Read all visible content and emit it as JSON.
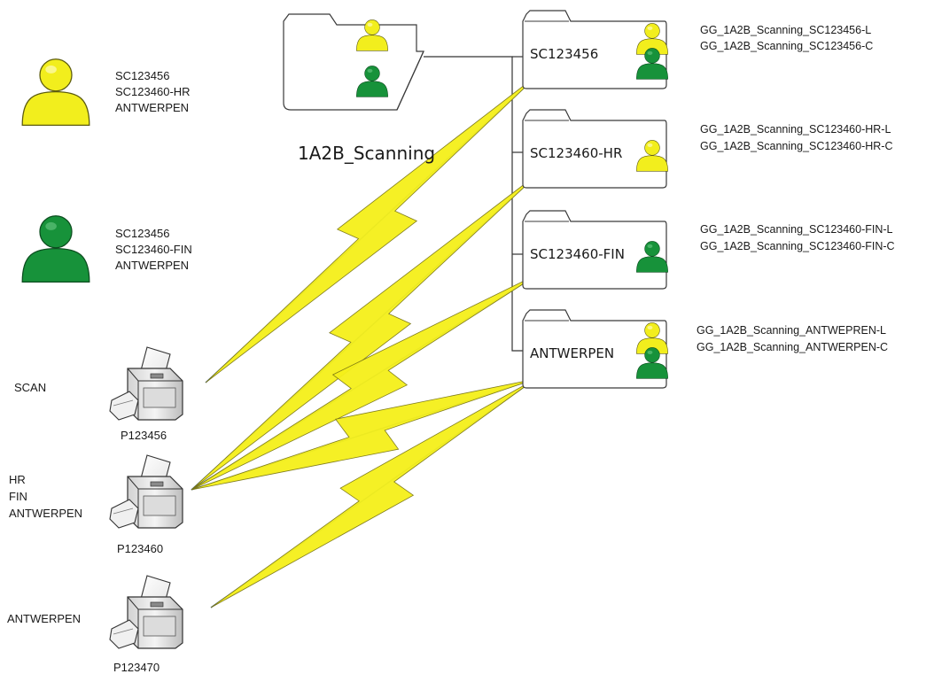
{
  "colors": {
    "yellow_fill": "#f2ee1d",
    "yellow_stroke": "#6b6a10",
    "green_fill": "#17923a",
    "green_stroke": "#0c4d1f",
    "bolt_fill": "#f5f01a",
    "wire": "#4a70a8",
    "line": "#333333"
  },
  "users": {
    "yellow": {
      "lines": [
        "SC123456",
        "SC123460-HR",
        "ANTWERPEN"
      ]
    },
    "green": {
      "lines": [
        "SC123456",
        "SC123460-FIN",
        "ANTWERPEN"
      ]
    }
  },
  "root": {
    "label": "1A2B_Scanning"
  },
  "shares": [
    {
      "label": "SC123456",
      "groups": [
        "GG_1A2B_Scanning_SC123456-L",
        "GG_1A2B_Scanning_SC123456-C"
      ]
    },
    {
      "label": "SC123460-HR",
      "groups": [
        "GG_1A2B_Scanning_SC123460-HR-L",
        "GG_1A2B_Scanning_SC123460-HR-C"
      ]
    },
    {
      "label": "SC123460-FIN",
      "groups": [
        "GG_1A2B_Scanning_SC123460-FIN-L",
        "GG_1A2B_Scanning_SC123460-FIN-C"
      ]
    },
    {
      "label": "ANTWERPEN",
      "groups": [
        "GG_1A2B_Scanning_ANTWEPREN-L",
        "GG_1A2B_Scanning_ANTWERPEN-C"
      ]
    }
  ],
  "printers": [
    {
      "name": "P123456",
      "tags": [
        "SCAN"
      ]
    },
    {
      "name": "P123460",
      "tags": [
        "HR",
        "FIN",
        "ANTWERPEN"
      ]
    },
    {
      "name": "P123470",
      "tags": [
        "ANTWERPEN"
      ]
    }
  ]
}
